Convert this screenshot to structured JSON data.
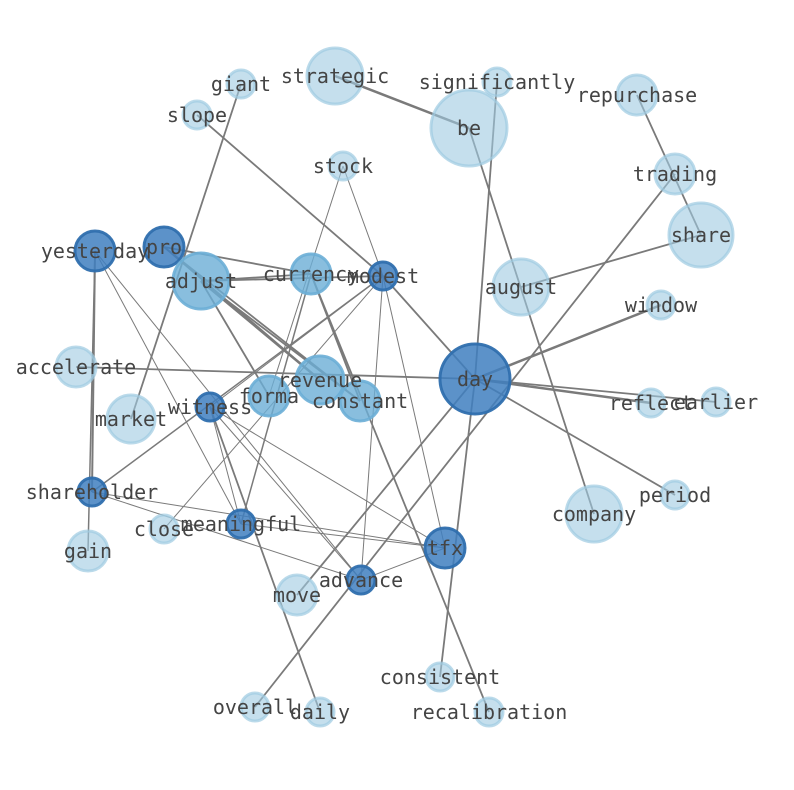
{
  "graph": {
    "colors": {
      "edge": "#7a7a7a",
      "label": "#444444",
      "light_fill": "#9ecae1",
      "light_stroke": "#9ecae1",
      "mid_fill": "#6baed6",
      "mid_stroke": "#6baed6",
      "dark_fill": "#3f7fbf",
      "dark_stroke": "#2f6fae"
    },
    "nodes": [
      {
        "id": "strategic",
        "label": "strategic",
        "tone": "light"
      },
      {
        "id": "giant",
        "label": "giant",
        "tone": "light"
      },
      {
        "id": "significantly",
        "label": "significantly",
        "tone": "light"
      },
      {
        "id": "repurchase",
        "label": "repurchase",
        "tone": "light"
      },
      {
        "id": "be",
        "label": "be",
        "tone": "light"
      },
      {
        "id": "slope",
        "label": "slope",
        "tone": "light"
      },
      {
        "id": "stock",
        "label": "stock",
        "tone": "light"
      },
      {
        "id": "trading",
        "label": "trading",
        "tone": "light"
      },
      {
        "id": "share",
        "label": "share",
        "tone": "light"
      },
      {
        "id": "yesterday",
        "label": "yesterday",
        "tone": "dark"
      },
      {
        "id": "pro",
        "label": "pro",
        "tone": "dark"
      },
      {
        "id": "adjust",
        "label": "adjust",
        "tone": "mid"
      },
      {
        "id": "currency",
        "label": "currency",
        "tone": "mid"
      },
      {
        "id": "modest",
        "label": "modest",
        "tone": "dark"
      },
      {
        "id": "august",
        "label": "august",
        "tone": "light"
      },
      {
        "id": "window",
        "label": "window",
        "tone": "light"
      },
      {
        "id": "accelerate",
        "label": "accelerate",
        "tone": "light"
      },
      {
        "id": "revenue",
        "label": "revenue",
        "tone": "mid"
      },
      {
        "id": "forma",
        "label": "forma",
        "tone": "mid"
      },
      {
        "id": "constant",
        "label": "constant",
        "tone": "mid"
      },
      {
        "id": "day",
        "label": "day",
        "tone": "dark"
      },
      {
        "id": "witness",
        "label": "witness",
        "tone": "dark"
      },
      {
        "id": "market",
        "label": "market",
        "tone": "light"
      },
      {
        "id": "reflect",
        "label": "reflect",
        "tone": "light"
      },
      {
        "id": "earlier",
        "label": "earlier",
        "tone": "light"
      },
      {
        "id": "shareholder",
        "label": "shareholder",
        "tone": "dark"
      },
      {
        "id": "period",
        "label": "period",
        "tone": "light"
      },
      {
        "id": "company",
        "label": "company",
        "tone": "light"
      },
      {
        "id": "close",
        "label": "close",
        "tone": "light"
      },
      {
        "id": "meaningful",
        "label": "meaningful",
        "tone": "dark"
      },
      {
        "id": "tfx",
        "label": "tfx",
        "tone": "dark"
      },
      {
        "id": "gain",
        "label": "gain",
        "tone": "light"
      },
      {
        "id": "advance",
        "label": "advance",
        "tone": "dark"
      },
      {
        "id": "move",
        "label": "move",
        "tone": "light"
      },
      {
        "id": "consistent",
        "label": "consistent",
        "tone": "light"
      },
      {
        "id": "overall",
        "label": "overall",
        "tone": "light"
      },
      {
        "id": "daily",
        "label": "daily",
        "tone": "light"
      },
      {
        "id": "recalibration",
        "label": "recalibration",
        "tone": "light"
      }
    ],
    "edges": [
      {
        "source": "strategic",
        "target": "be",
        "weight": 2.5
      },
      {
        "source": "be",
        "target": "company",
        "weight": 1.8
      },
      {
        "source": "significantly",
        "target": "day",
        "weight": 1.8
      },
      {
        "source": "repurchase",
        "target": "share",
        "weight": 1.8
      },
      {
        "source": "giant",
        "target": "market",
        "weight": 1.8
      },
      {
        "source": "slope",
        "target": "modest",
        "weight": 1.8
      },
      {
        "source": "stock",
        "target": "modest",
        "weight": 1.0
      },
      {
        "source": "stock",
        "target": "forma",
        "weight": 1.0
      },
      {
        "source": "trading",
        "target": "overall",
        "weight": 1.8
      },
      {
        "source": "share",
        "target": "august",
        "weight": 1.8
      },
      {
        "source": "yesterday",
        "target": "shareholder",
        "weight": 2.0
      },
      {
        "source": "yesterday",
        "target": "gain",
        "weight": 1.5
      },
      {
        "source": "yesterday",
        "target": "meaningful",
        "weight": 1.0
      },
      {
        "source": "yesterday",
        "target": "advance",
        "weight": 1.0
      },
      {
        "source": "pro",
        "target": "currency",
        "weight": 1.8
      },
      {
        "source": "pro",
        "target": "revenue",
        "weight": 1.8
      },
      {
        "source": "pro",
        "target": "constant",
        "weight": 1.8
      },
      {
        "source": "adjust",
        "target": "currency",
        "weight": 1.8
      },
      {
        "source": "adjust",
        "target": "revenue",
        "weight": 2.5
      },
      {
        "source": "adjust",
        "target": "forma",
        "weight": 1.8
      },
      {
        "source": "adjust",
        "target": "constant",
        "weight": 1.8
      },
      {
        "source": "adjust",
        "target": "modest",
        "weight": 1.8
      },
      {
        "source": "currency",
        "target": "constant",
        "weight": 1.8
      },
      {
        "source": "currency",
        "target": "meaningful",
        "weight": 1.5
      },
      {
        "source": "currency",
        "target": "recalibration",
        "weight": 1.8
      },
      {
        "source": "modest",
        "target": "day",
        "weight": 1.8
      },
      {
        "source": "modest",
        "target": "witness",
        "weight": 1.0
      },
      {
        "source": "modest",
        "target": "close",
        "weight": 1.0
      },
      {
        "source": "modest",
        "target": "shareholder",
        "weight": 1.5
      },
      {
        "source": "modest",
        "target": "advance",
        "weight": 1.0
      },
      {
        "source": "modest",
        "target": "tfx",
        "weight": 1.0
      },
      {
        "source": "accelerate",
        "target": "day",
        "weight": 1.8
      },
      {
        "source": "window",
        "target": "day",
        "weight": 2.5
      },
      {
        "source": "day",
        "target": "reflect",
        "weight": 2.5
      },
      {
        "source": "day",
        "target": "earlier",
        "weight": 1.8
      },
      {
        "source": "day",
        "target": "period",
        "weight": 1.8
      },
      {
        "source": "day",
        "target": "consistent",
        "weight": 1.8
      },
      {
        "source": "day",
        "target": "move",
        "weight": 1.8
      },
      {
        "source": "witness",
        "target": "meaningful",
        "weight": 1.0
      },
      {
        "source": "witness",
        "target": "tfx",
        "weight": 1.0
      },
      {
        "source": "witness",
        "target": "advance",
        "weight": 1.0
      },
      {
        "source": "witness",
        "target": "daily",
        "weight": 1.8
      },
      {
        "source": "shareholder",
        "target": "tfx",
        "weight": 1.0
      },
      {
        "source": "shareholder",
        "target": "advance",
        "weight": 1.0
      },
      {
        "source": "meaningful",
        "target": "tfx",
        "weight": 1.0
      },
      {
        "source": "advance",
        "target": "tfx",
        "weight": 1.0
      }
    ]
  }
}
